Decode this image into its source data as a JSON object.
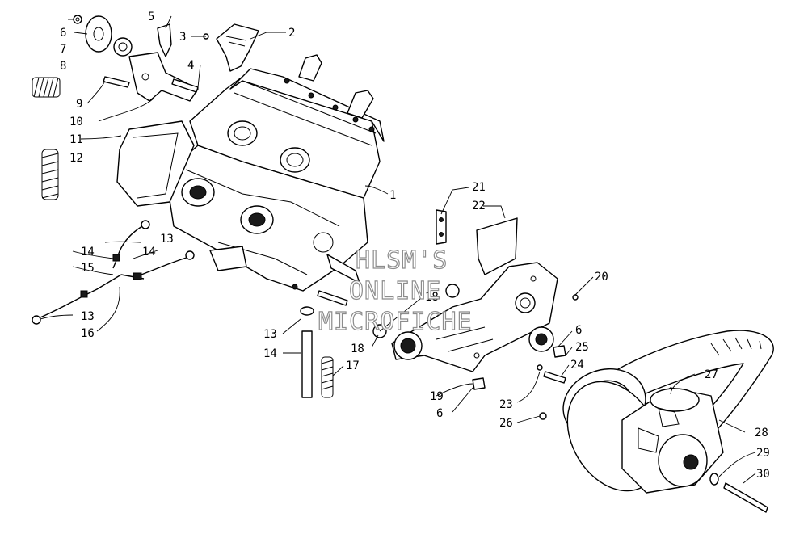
{
  "watermark": {
    "line1": "HLSM'S",
    "line2": "ONLINE",
    "line3": "MICROFICHE"
  },
  "callouts": {
    "c1": "1",
    "c2": "2",
    "c3": "3",
    "c4": "4",
    "c5": "5",
    "c6a": "6",
    "c6b": "6",
    "c6c": "6",
    "c7": "7",
    "c8": "8",
    "c9": "9",
    "c10": "10",
    "c11": "11",
    "c12": "12",
    "c13a": "13",
    "c13b": "13",
    "c13c": "13",
    "c14a": "14",
    "c14b": "14",
    "c14c": "14",
    "c15": "15",
    "c16": "16",
    "c17": "17",
    "c18a": "18",
    "c18b": "18",
    "c19": "19",
    "c20": "20",
    "c21": "21",
    "c22": "22",
    "c23": "23",
    "c24": "24",
    "c25": "25",
    "c26": "26",
    "c27": "27",
    "c28": "28",
    "c29": "29",
    "c30": "30"
  }
}
